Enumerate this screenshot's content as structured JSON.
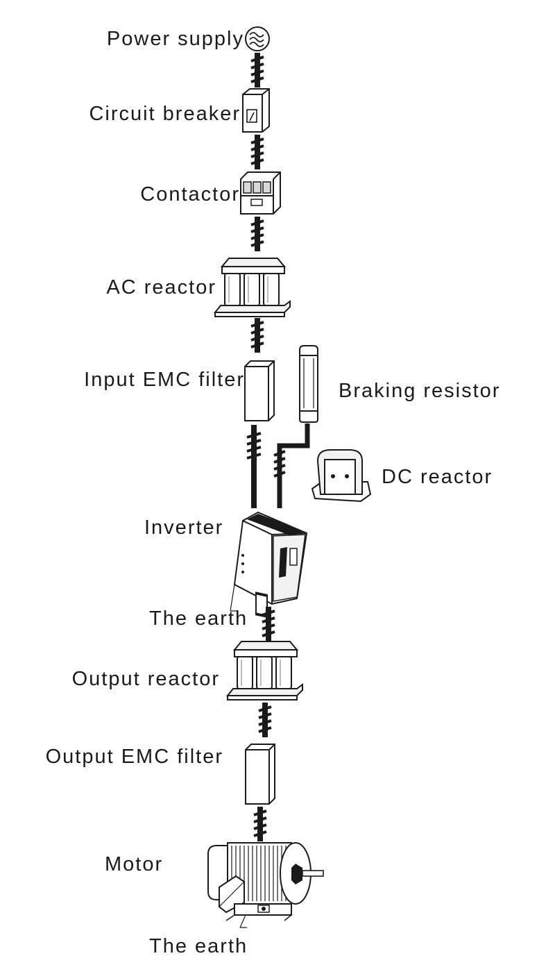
{
  "labels": {
    "power_supply": "Power supply",
    "circuit_breaker": "Circuit breaker",
    "contactor": "Contactor",
    "ac_reactor": "AC reactor",
    "input_emc_filter": "Input EMC filter",
    "braking_resistor": "Braking resistor",
    "dc_reactor": "DC reactor",
    "inverter": "Inverter",
    "earth_top": "The earth",
    "output_reactor": "Output reactor",
    "output_emc_filter": "Output EMC filter",
    "motor": "Motor",
    "earth_bottom": "The earth"
  },
  "icons": {
    "power_supply": "ac-wave-icon",
    "circuit_breaker": "circuit-breaker-icon",
    "contactor": "contactor-icon",
    "ac_reactor": "three-phase-reactor-icon",
    "input_emc_filter": "emc-filter-icon",
    "braking_resistor": "resistor-icon",
    "dc_reactor": "dc-reactor-icon",
    "inverter": "inverter-drive-icon",
    "output_reactor": "three-phase-reactor-icon",
    "output_emc_filter": "emc-filter-icon",
    "motor": "motor-icon"
  },
  "colors": {
    "ink": "#1a1a1a",
    "fill_light": "#f2f2f2",
    "fill_mid": "#d9d9d9"
  }
}
